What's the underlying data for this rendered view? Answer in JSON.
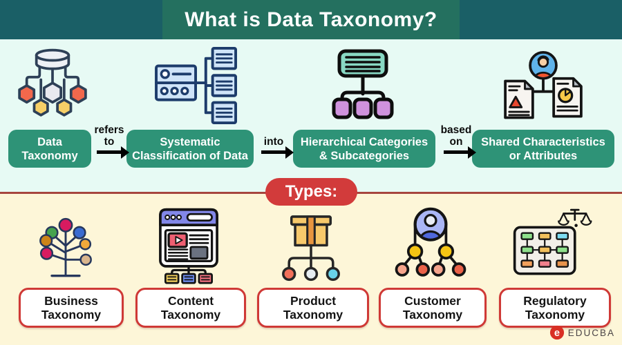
{
  "header": {
    "title": "What is Data Taxonomy?"
  },
  "flow": {
    "steps": [
      {
        "label": "Data Taxonomy",
        "line1": "Data",
        "line2": "Taxonomy",
        "icon": "database-tree-icon"
      },
      {
        "label": "Systematic Classification of Data",
        "line1": "Systematic",
        "line2": "Classification of Data",
        "icon": "server-classification-icon"
      },
      {
        "label": "Hierarchical Categories & Subcategories",
        "line1": "Hierarchical Categories",
        "line2": "& Subcategories",
        "icon": "hierarchy-categories-icon"
      },
      {
        "label": "Shared Characteristics or Attributes",
        "line1": "Shared Characteristics",
        "line2": "or Attributes",
        "icon": "shared-attributes-icon"
      }
    ],
    "connectors": [
      {
        "label": "refers to",
        "line1": "refers",
        "line2": "to"
      },
      {
        "label": "into",
        "line1": "into",
        "line2": ""
      },
      {
        "label": "based on",
        "line1": "based",
        "line2": "on"
      }
    ]
  },
  "types": {
    "heading": "Types:",
    "items": [
      {
        "label": "Business Taxonomy",
        "line1": "Business",
        "line2": "Taxonomy",
        "icon": "tree-nodes-icon"
      },
      {
        "label": "Content Taxonomy",
        "line1": "Content",
        "line2": "Taxonomy",
        "icon": "browser-content-icon"
      },
      {
        "label": "Product Taxonomy",
        "line1": "Product",
        "line2": "Taxonomy",
        "icon": "gift-box-tree-icon"
      },
      {
        "label": "Customer Taxonomy",
        "line1": "Customer",
        "line2": "Taxonomy",
        "icon": "customer-hierarchy-icon"
      },
      {
        "label": "Regulatory Taxonomy",
        "line1": "Regulatory",
        "line2": "Taxonomy",
        "icon": "scales-flowchart-icon"
      }
    ]
  },
  "footer": {
    "brand": "EDUCBA",
    "brand_icon": "educba-e-logo-icon"
  },
  "colors": {
    "banner_teal": "#1a5f66",
    "banner_center_green": "#24705f",
    "flow_box_green": "#2e9377",
    "types_red": "#d23b3b",
    "section1_bg": "#e7faf4",
    "section2_bg": "#fdf6d8",
    "divider_red": "#a6453e",
    "type_box_border": "#cf3936",
    "brand_red": "#d93025"
  }
}
